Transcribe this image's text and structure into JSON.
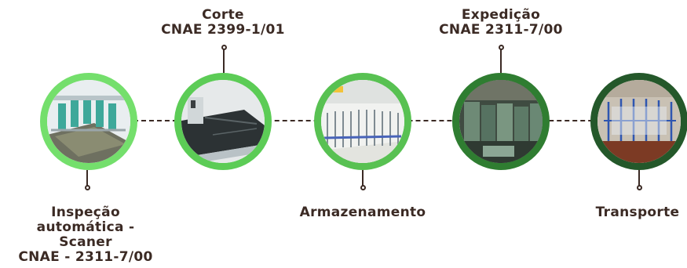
{
  "colors": {
    "text": "#3b2a24",
    "ring_light": "#74df6c",
    "ring_mid": "#58c152",
    "ring_dark": "#2f7d31",
    "ring_darker": "#24582a"
  },
  "steps": [
    {
      "id": "inspecao",
      "lines": [
        "Inspeção",
        "automática -",
        "Scaner",
        "CNAE - 2311-7/00"
      ],
      "icon": "inspection-scanner-image"
    },
    {
      "id": "corte",
      "lines": [
        "Corte",
        "CNAE 2399-1/01"
      ],
      "icon": "glass-cutting-table-image"
    },
    {
      "id": "armazenamento",
      "lines": [
        "Armazenamento"
      ],
      "icon": "glass-storage-racks-image"
    },
    {
      "id": "expedicao",
      "lines": [
        "Expedição",
        "CNAE 2311-7/00"
      ],
      "icon": "glass-dispatch-warehouse-image"
    },
    {
      "id": "transporte",
      "lines": [
        "Transporte"
      ],
      "icon": "glass-transport-truck-image"
    }
  ]
}
